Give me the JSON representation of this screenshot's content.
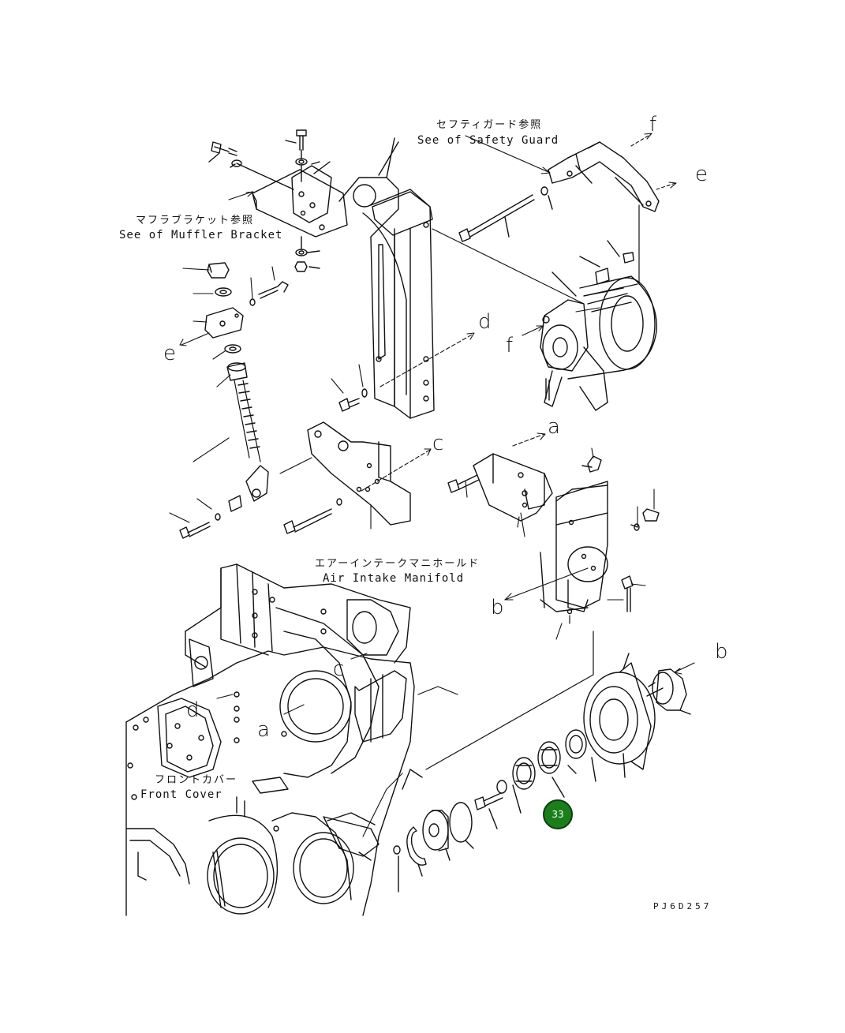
{
  "labels": {
    "safety_guard_jp": "セフティガード参照",
    "safety_guard_en": "See of Safety Guard",
    "muffler_bracket_jp": "マフラブラケット参照",
    "muffler_bracket_en": "See of Muffler Bracket",
    "air_intake_jp": "エアーインテークマニホールド",
    "air_intake_en": "Air Intake Manifold",
    "front_cover_jp": "フロントカバー",
    "front_cover_en": "Front Cover"
  },
  "refs": [
    "f",
    "e",
    "e",
    "f",
    "d",
    "c",
    "a",
    "b",
    "b",
    "c",
    "d",
    "a"
  ],
  "callout": {
    "number": "33",
    "color": "#1a7f1a"
  },
  "drawing_code": "PJ6D257"
}
